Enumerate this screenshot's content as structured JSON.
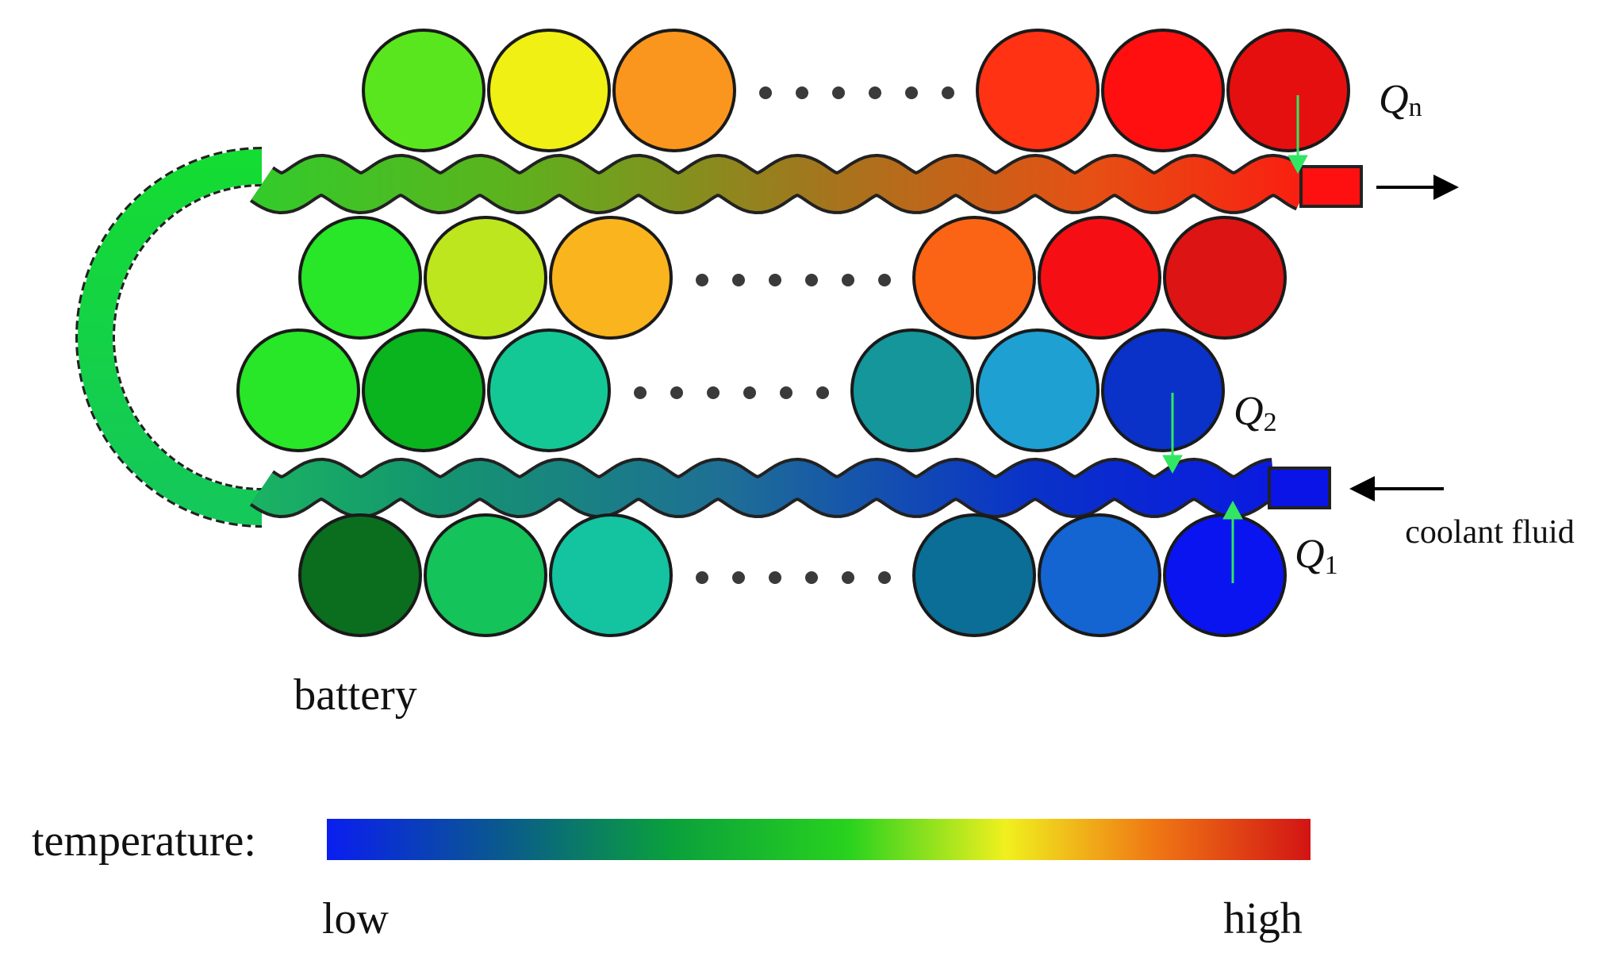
{
  "labels": {
    "battery": "battery",
    "coolant": "coolant fluid",
    "temperature": "temperature:",
    "low": "low",
    "high": "high"
  },
  "heat_flows": [
    {
      "symbol": "Q",
      "subscript": "n"
    },
    {
      "symbol": "Q",
      "subscript": "2"
    },
    {
      "symbol": "Q",
      "subscript": "1"
    }
  ],
  "colors": {
    "scale": [
      "#0a1ef0",
      "#0a5a8c",
      "#0aa03c",
      "#28d21e",
      "#f0f01e",
      "#f07814",
      "#d21414"
    ],
    "arrow_heat": "#32e664",
    "pipe_hot_end": "#ff1010",
    "pipe_cold_end": "#0a14e6"
  },
  "battery_rows": [
    {
      "name": "row-top",
      "colors": [
        "#5ae61e",
        "#f0f014",
        "#fa961e",
        "#ff3214",
        "#ff0f0f",
        "#e60f0f"
      ]
    },
    {
      "name": "row-upper-middle",
      "colors": [
        "#28e628",
        "#bee61e",
        "#fab41e",
        "#fa6414",
        "#f50f14",
        "#dc1414"
      ]
    },
    {
      "name": "row-lower-middle",
      "colors": [
        "#28e628",
        "#0ab41e",
        "#14c896",
        "#14969b",
        "#1ea0d2",
        "#0a32c8"
      ]
    },
    {
      "name": "row-bottom",
      "colors": [
        "#0a6e1e",
        "#14c35a",
        "#14c3a0",
        "#0a6e96",
        "#1464d2",
        "#0a14f0"
      ]
    }
  ]
}
